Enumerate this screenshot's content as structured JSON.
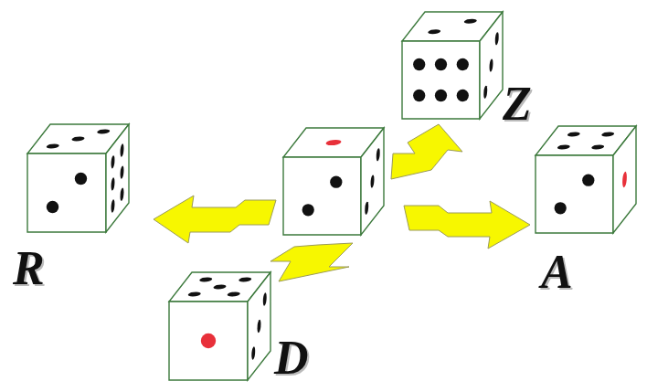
{
  "diagram": {
    "labels": [
      "Z",
      "R",
      "A",
      "D"
    ]
  }
}
